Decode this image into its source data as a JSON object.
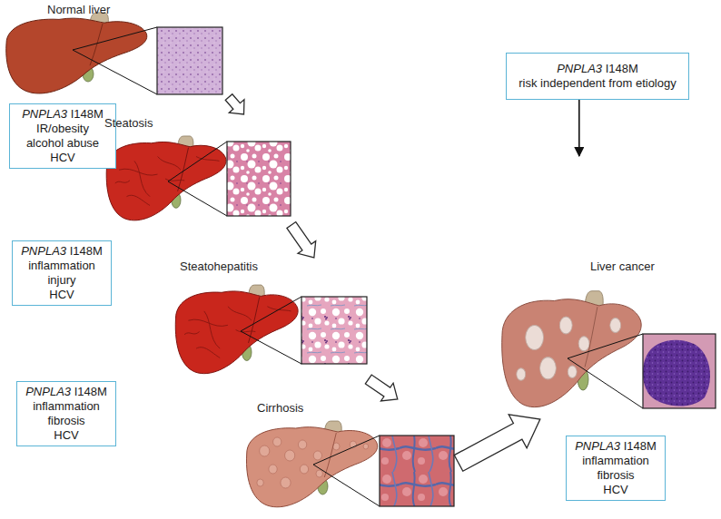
{
  "diagram": {
    "nodes": [
      {
        "text": [
          "Normal liver"
        ]
      },
      {
        "text": [
          "PNPLA3 I148M",
          "risk independent from etiology"
        ]
      },
      {
        "text": [
          "PNPLA3 I148M",
          "IR/obesity",
          "alcohol abuse",
          "HCV"
        ]
      },
      {
        "text": [
          "Steatosis"
        ]
      },
      {
        "text": [
          "PNPLA3 I148M",
          "inflammation",
          "injury",
          "HCV"
        ]
      },
      {
        "text": [
          "Steatohepatitis"
        ]
      },
      {
        "text": [
          "Liver cancer"
        ]
      },
      {
        "text": [
          "PNPLA3 I148M",
          "inflammation",
          "fibrosis",
          "HCV"
        ]
      },
      {
        "text": [
          "Cirrhosis"
        ]
      },
      {
        "text": [
          "PNPLA3 I148M",
          "inflammation",
          "fibrosis",
          "HCV"
        ]
      }
    ],
    "edges": [
      {
        "from": 0,
        "to": 3,
        "arrow": "to"
      },
      {
        "from": 3,
        "to": 5,
        "arrow": "to"
      },
      {
        "from": 5,
        "to": 8,
        "arrow": "to"
      },
      {
        "from": 8,
        "to": 6,
        "arrow": "to"
      },
      {
        "from": 1,
        "to": 6,
        "arrow": "to"
      }
    ]
  }
}
